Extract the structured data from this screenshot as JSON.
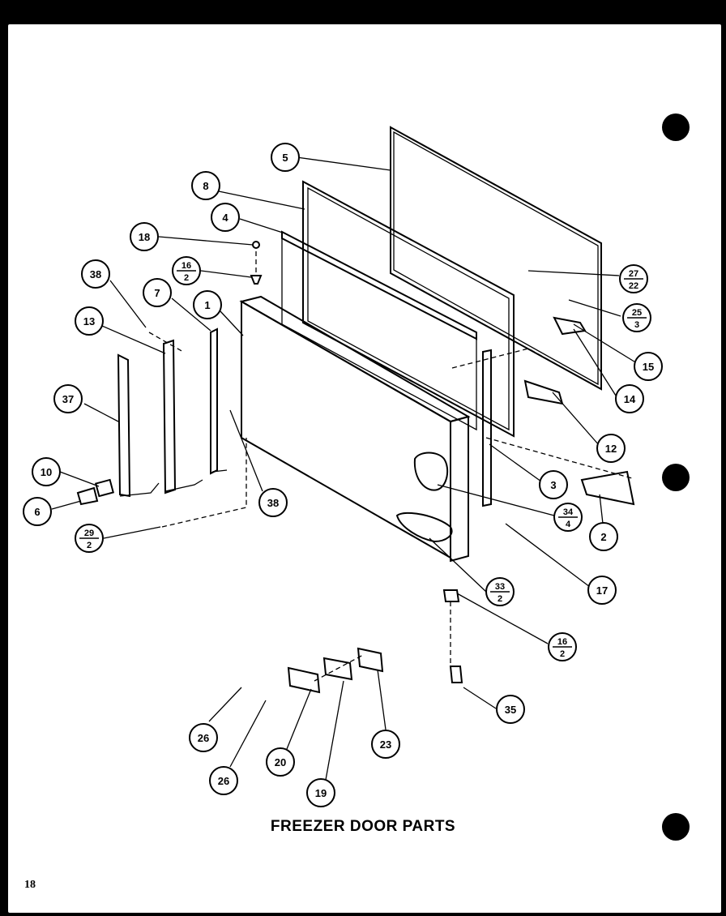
{
  "title": "FREEZER DOOR PARTS",
  "page_number": "18",
  "callouts": [
    {
      "id": "c5",
      "top": "5",
      "bottom": ""
    },
    {
      "id": "c8",
      "top": "8",
      "bottom": ""
    },
    {
      "id": "c4",
      "top": "4",
      "bottom": ""
    },
    {
      "id": "c18",
      "top": "18",
      "bottom": ""
    },
    {
      "id": "c16a",
      "top": "16",
      "bottom": "2"
    },
    {
      "id": "c38a",
      "top": "38",
      "bottom": ""
    },
    {
      "id": "c7",
      "top": "7",
      "bottom": ""
    },
    {
      "id": "c1",
      "top": "1",
      "bottom": ""
    },
    {
      "id": "c13",
      "top": "13",
      "bottom": ""
    },
    {
      "id": "c37",
      "top": "37",
      "bottom": ""
    },
    {
      "id": "c10",
      "top": "10",
      "bottom": ""
    },
    {
      "id": "c6",
      "top": "6",
      "bottom": ""
    },
    {
      "id": "c29",
      "top": "29",
      "bottom": "2"
    },
    {
      "id": "c38b",
      "top": "38",
      "bottom": ""
    },
    {
      "id": "c27",
      "top": "27",
      "bottom": "22"
    },
    {
      "id": "c25",
      "top": "25",
      "bottom": "3"
    },
    {
      "id": "c15",
      "top": "15",
      "bottom": ""
    },
    {
      "id": "c14",
      "top": "14",
      "bottom": ""
    },
    {
      "id": "c12",
      "top": "12",
      "bottom": ""
    },
    {
      "id": "c3",
      "top": "3",
      "bottom": ""
    },
    {
      "id": "c34",
      "top": "34",
      "bottom": "4"
    },
    {
      "id": "c2",
      "top": "2",
      "bottom": ""
    },
    {
      "id": "c17",
      "top": "17",
      "bottom": ""
    },
    {
      "id": "c33",
      "top": "33",
      "bottom": "2"
    },
    {
      "id": "c16b",
      "top": "16",
      "bottom": "2"
    },
    {
      "id": "c35",
      "top": "35",
      "bottom": ""
    },
    {
      "id": "c26a",
      "top": "26",
      "bottom": ""
    },
    {
      "id": "c26b",
      "top": "26",
      "bottom": ""
    },
    {
      "id": "c20",
      "top": "20",
      "bottom": ""
    },
    {
      "id": "c19",
      "top": "19",
      "bottom": ""
    },
    {
      "id": "c23",
      "top": "23",
      "bottom": ""
    }
  ]
}
